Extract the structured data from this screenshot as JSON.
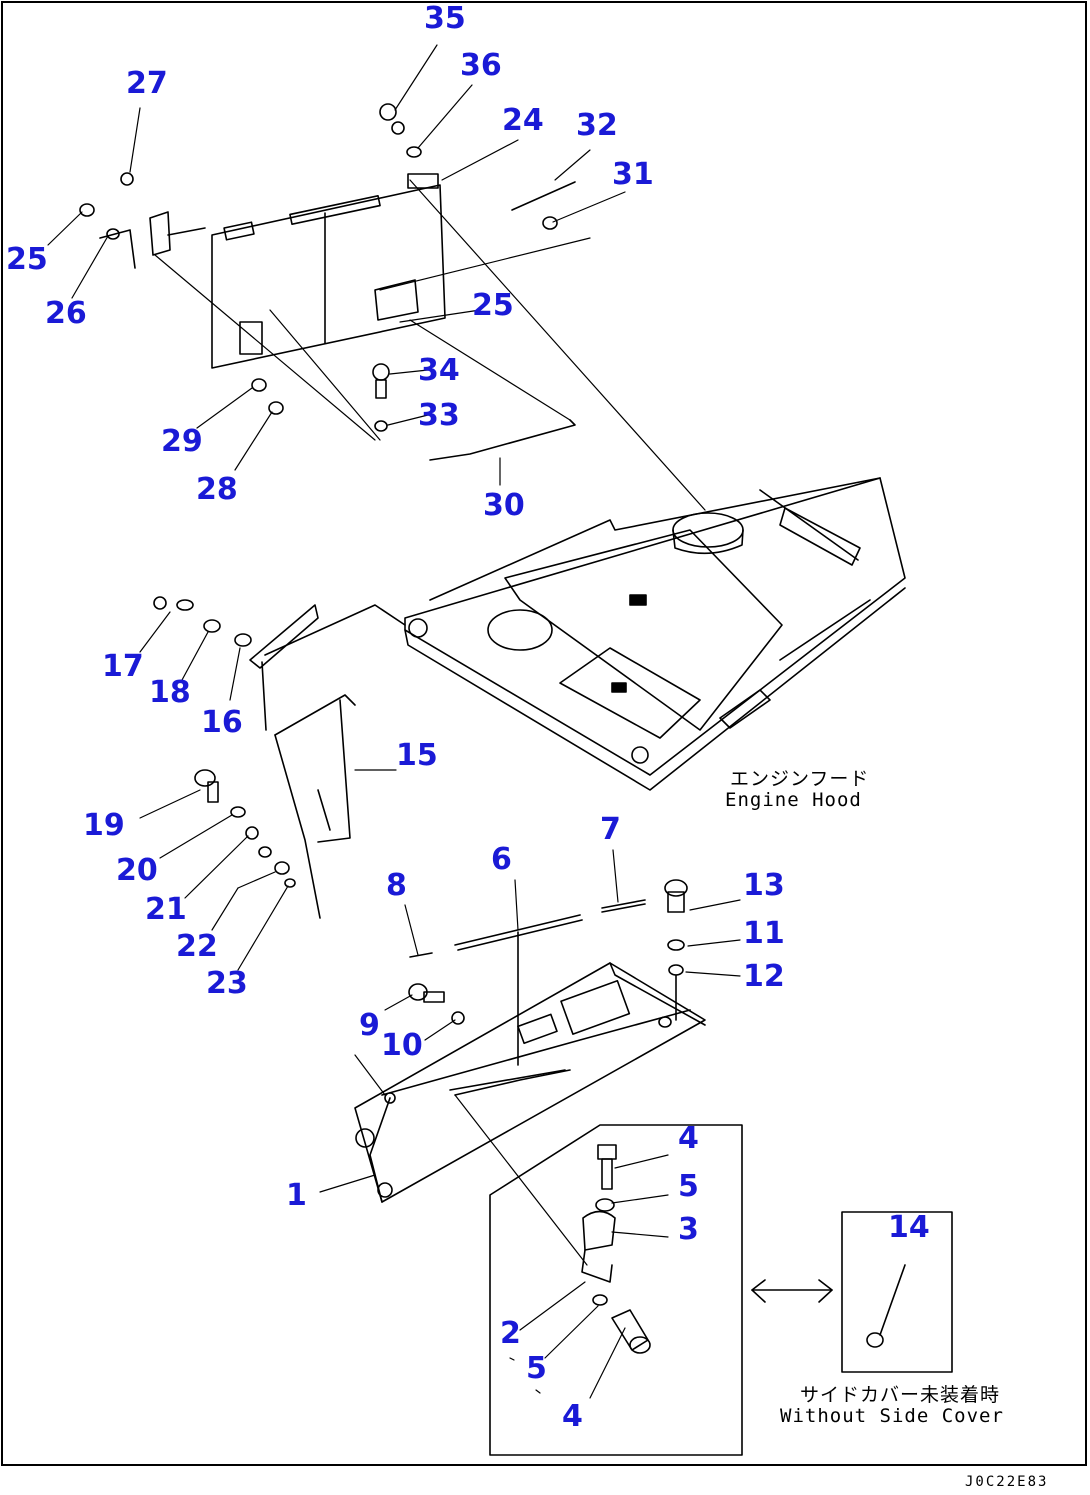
{
  "diagram": {
    "engine_hood_label": {
      "jp": "エンジンフード",
      "en": "Engine Hood"
    },
    "without_side_cover_label": {
      "jp": "サイドカバー未装着時",
      "en": "Without Side Cover"
    },
    "drawing_code": "J0C22E83",
    "callouts": {
      "c35": "35",
      "c36": "36",
      "c27": "27",
      "c24": "24",
      "c32": "32",
      "c31": "31",
      "c25a": "25",
      "c26": "26",
      "c25b": "25",
      "c34": "34",
      "c33": "33",
      "c29": "29",
      "c28": "28",
      "c30": "30",
      "c17": "17",
      "c18": "18",
      "c16": "16",
      "c15": "15",
      "c19": "19",
      "c20": "20",
      "c21": "21",
      "c22": "22",
      "c23": "23",
      "c7": "7",
      "c6": "6",
      "c8": "8",
      "c13": "13",
      "c11": "11",
      "c12": "12",
      "c9": "9",
      "c10": "10",
      "c4a": "4",
      "c5a": "5",
      "c3": "3",
      "c1": "1",
      "c2": "2",
      "c5b": "5",
      "c4b": "4",
      "c14": "14"
    }
  }
}
